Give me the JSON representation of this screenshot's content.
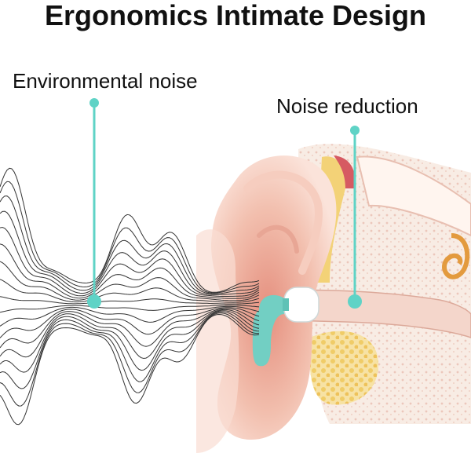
{
  "title": "Ergonomics Intimate Design",
  "labels": {
    "environmental_noise": "Environmental noise",
    "noise_reduction": "Noise reduction"
  },
  "colors": {
    "accent_teal": "#5fd3c6",
    "skin": "#f3c3b4",
    "skin_dark": "#e79d8c",
    "bone": "#f6e7dc",
    "yellow": "#f3d277",
    "wave": "#333333",
    "earplug": "#ffffff"
  },
  "icons": [
    "sound-wave-illustration",
    "ear-anatomy-illustration",
    "earplug-illustration"
  ]
}
